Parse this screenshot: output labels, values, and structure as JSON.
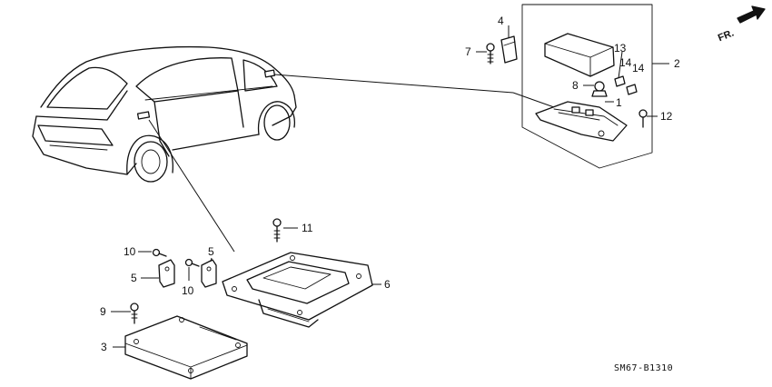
{
  "diagram": {
    "drawing_code": "SM67-B1310",
    "direction_label": "FR.",
    "callouts": {
      "c1": "1",
      "c2": "2",
      "c3": "3",
      "c4": "4",
      "c5a": "5",
      "c5b": "5",
      "c6": "6",
      "c7": "7",
      "c8": "8",
      "c9": "9",
      "c10a": "10",
      "c10b": "10",
      "c11": "11",
      "c12": "12",
      "c13": "13",
      "c14a": "14",
      "c14b": "14"
    }
  }
}
